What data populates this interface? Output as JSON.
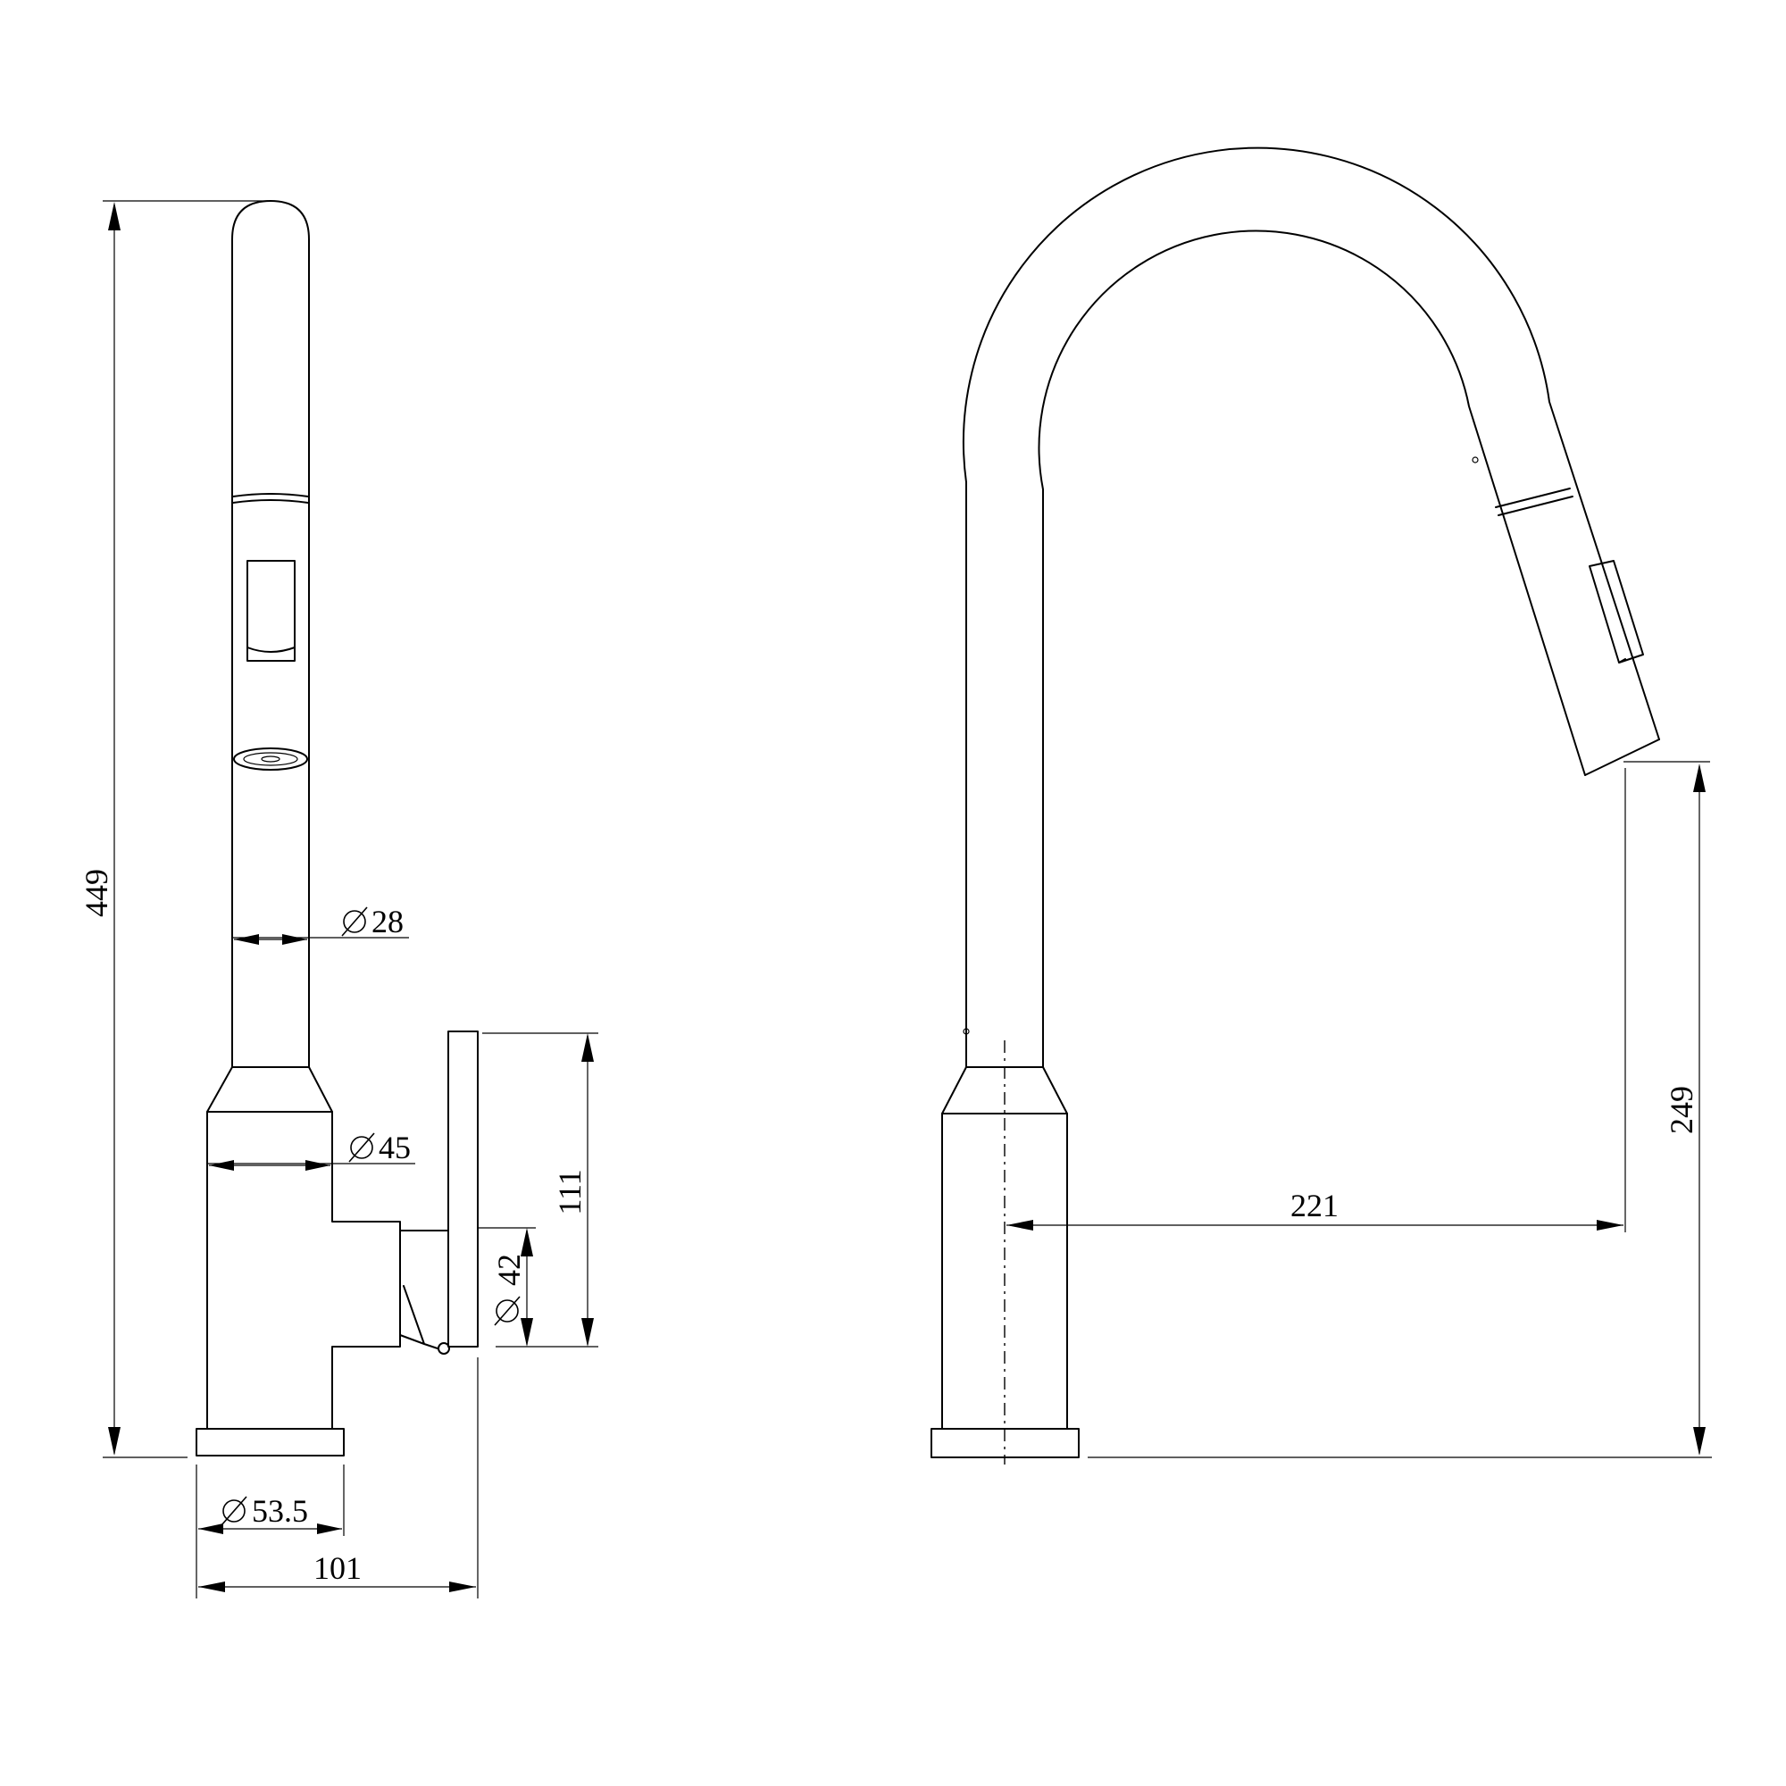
{
  "dimensions": {
    "total_height": "449",
    "spout_diameter": "28",
    "body_diameter": "45",
    "handle_height": "111",
    "handle_diameter": "42",
    "base_diameter": "53.5",
    "side_depth": "101",
    "reach": "221",
    "spout_clearance": "249"
  },
  "icons": {
    "diameter": "diameter-symbol"
  }
}
